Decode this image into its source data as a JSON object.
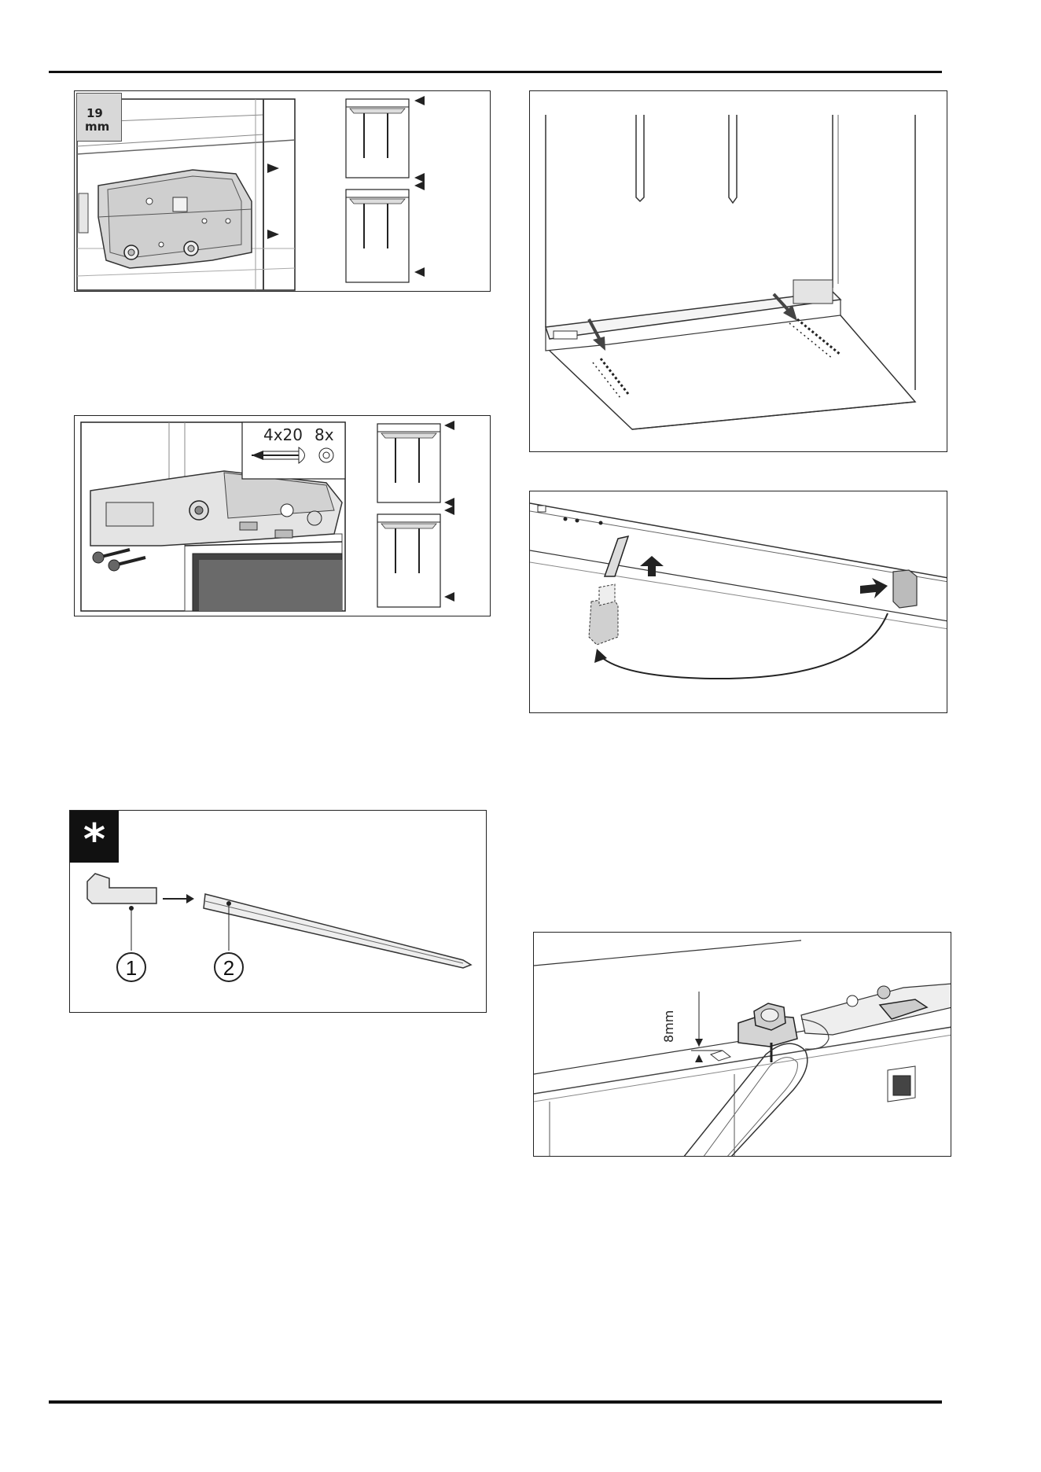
{
  "figure1": {
    "board_thickness_label": "19 mm",
    "board_thickness_value": "19",
    "board_thickness_unit": "mm"
  },
  "figure2": {
    "screw_size": "4x20",
    "screw_count": "8x"
  },
  "figure3": {
    "tip_symbol": "*",
    "callouts": [
      "1",
      "2"
    ]
  },
  "figure6": {
    "gap_label": "8mm"
  }
}
